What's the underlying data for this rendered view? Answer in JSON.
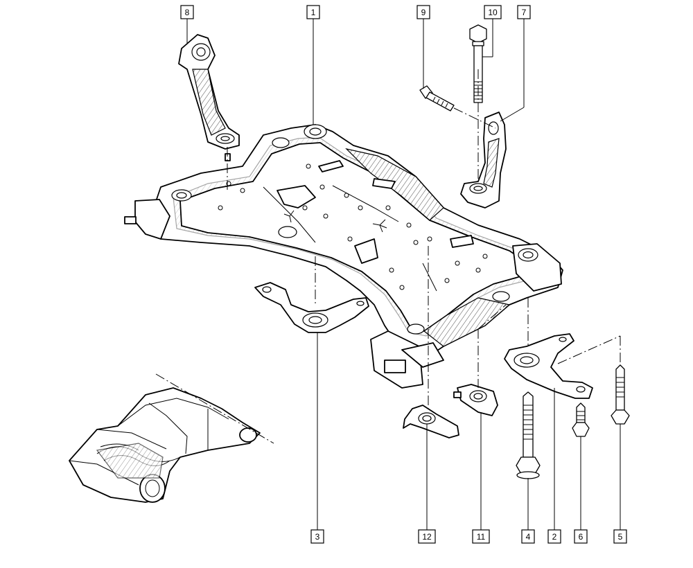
{
  "callouts": [
    {
      "id": "c8",
      "label": "8"
    },
    {
      "id": "c1",
      "label": "1"
    },
    {
      "id": "c9",
      "label": "9"
    },
    {
      "id": "c10",
      "label": "10"
    },
    {
      "id": "c7",
      "label": "7"
    },
    {
      "id": "c3",
      "label": "3"
    },
    {
      "id": "c12",
      "label": "12"
    },
    {
      "id": "c11",
      "label": "11"
    },
    {
      "id": "c4",
      "label": "4"
    },
    {
      "id": "c2",
      "label": "2"
    },
    {
      "id": "c6",
      "label": "6"
    },
    {
      "id": "c5",
      "label": "5"
    }
  ]
}
